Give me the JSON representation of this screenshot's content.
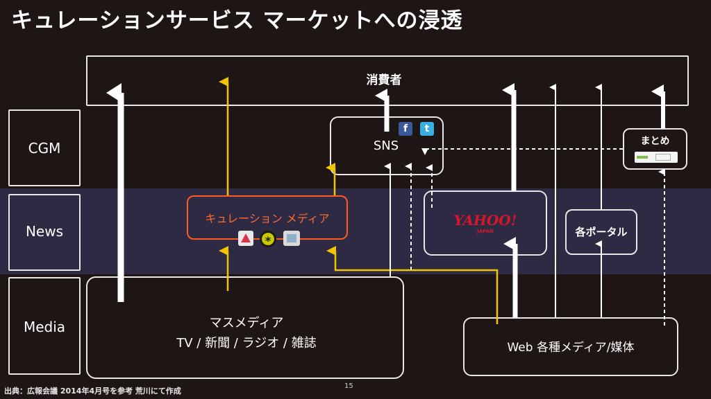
{
  "title": "キュレーションサービス マーケットへの浸透",
  "layers": {
    "cgm": "CGM",
    "news": "News",
    "media": "Media"
  },
  "nodes": {
    "consumer": "消費者",
    "sns": "SNS",
    "matome": "まとめ",
    "curation_media": "キュレーション メディア",
    "yahoo_logo": "YAHOO!",
    "yahoo_sub": "JAPAN",
    "portal": "各ポータル",
    "mass_media_title": "マスメディア",
    "mass_media_sub": "TV / 新聞 / ラジオ / 雑誌",
    "web_media": "Web 各種メディア/媒体"
  },
  "icons": {
    "facebook": "f",
    "twitter": "t",
    "gunosy": "*"
  },
  "colors": {
    "background": "#1e1614",
    "news_band": "#2e2a44",
    "box_border": "#e8e8e8",
    "curation_border": "#ff5a1f",
    "curation_text": "#ff6a30",
    "yellow_arrow": "#f5c400",
    "facebook": "#3b5998",
    "twitter": "#3aaee0",
    "yahoo": "#d8152a"
  },
  "footer": "出典：広報会議 2014年4月号を参考 荒川にて作成",
  "page_number": "15"
}
